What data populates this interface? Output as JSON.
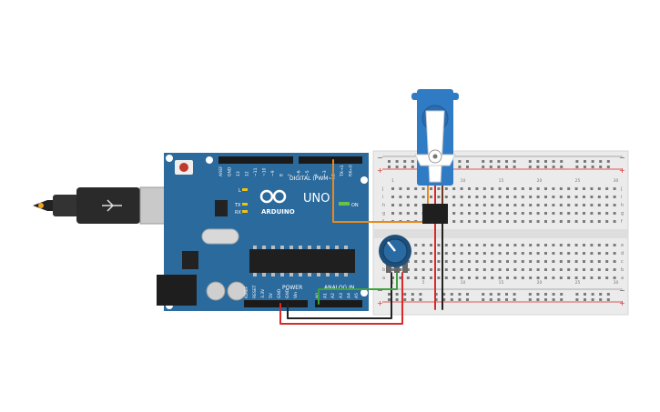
{
  "board": {
    "logo": "ARDUINO",
    "model": "UNO",
    "on_label": "ON",
    "digital_label": "DIGITAL (PWM~)",
    "power_label": "POWER",
    "analog_label": "ANALOG IN",
    "led_l": "L",
    "led_tx": "TX",
    "led_rx": "RX",
    "top_pins": [
      "AREF",
      "GND",
      "13",
      "12",
      "~11",
      "~10",
      "~9",
      "8",
      "7",
      "~6",
      "~5",
      "4",
      "~3",
      "2",
      "TX→1",
      "RX←0"
    ],
    "power_pins": [
      "IOREF",
      "RESET",
      "3.3V",
      "5V",
      "GND",
      "GND",
      "Vin"
    ],
    "analog_pins": [
      "A0",
      "A1",
      "A2",
      "A3",
      "A4",
      "A5"
    ]
  },
  "breadboard": {
    "rail_minus": "−",
    "rail_plus": "+",
    "row_letters_top": [
      "j",
      "i",
      "h",
      "g",
      "f"
    ],
    "row_letters_bottom": [
      "e",
      "d",
      "c",
      "b",
      "a"
    ],
    "column_numbers": [
      "1",
      "5",
      "10",
      "15",
      "20",
      "25",
      "30"
    ]
  },
  "colors": {
    "board": "#2b6a9c",
    "servo": "#2f7bc4",
    "wire_orange": "#e8891c",
    "wire_red": "#d9292b",
    "wire_black": "#222222",
    "wire_green": "#3da33a"
  },
  "components": {
    "usb": "usb-connector",
    "servo": "micro-servo",
    "potentiometer": "potentiometer",
    "chip": "atmega-chip"
  }
}
